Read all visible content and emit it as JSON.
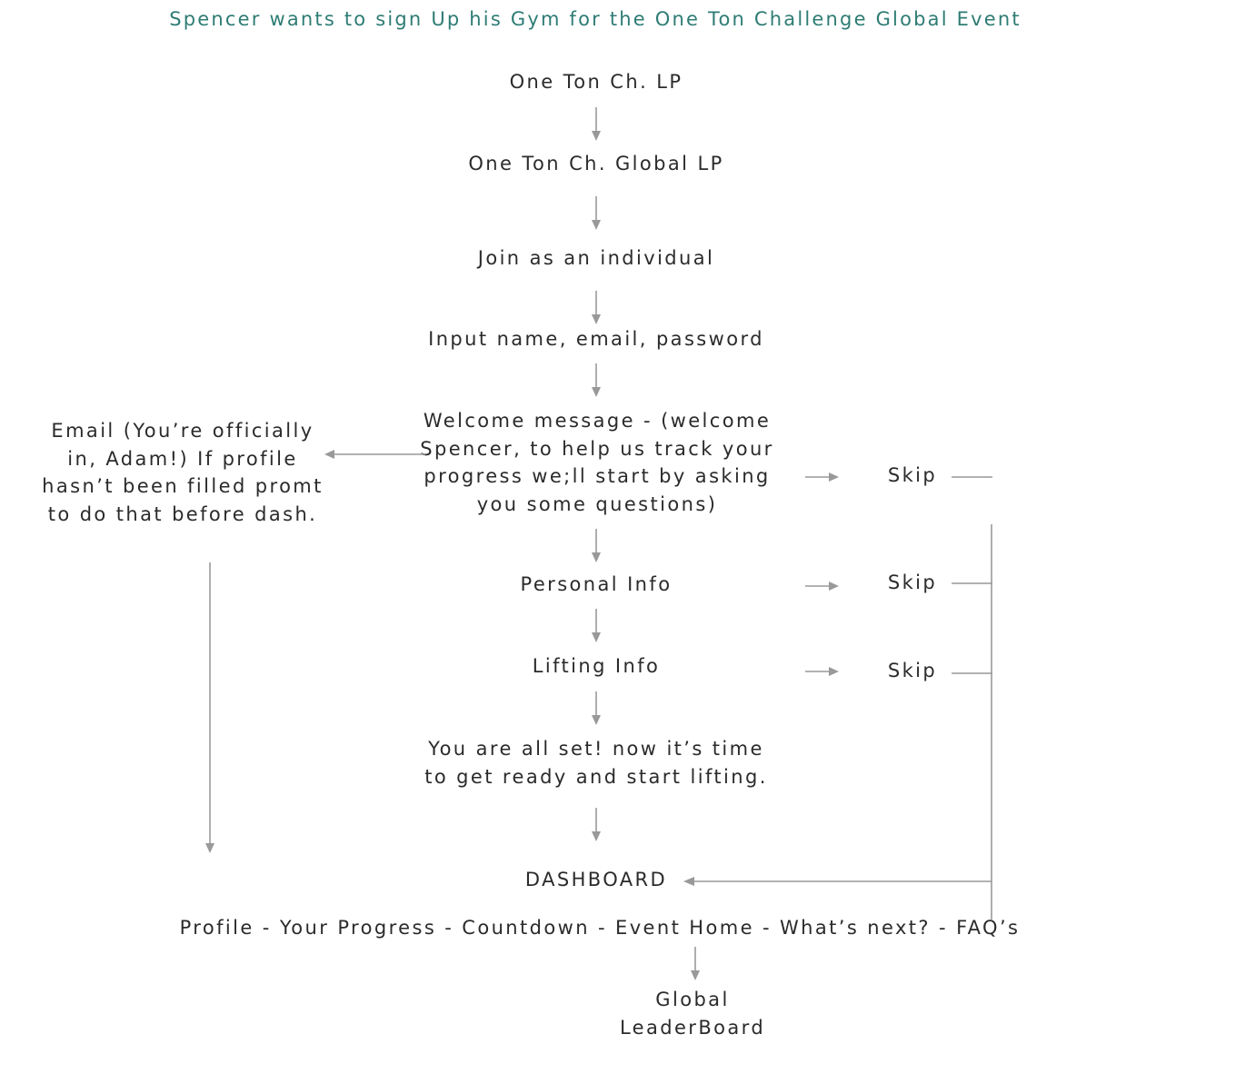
{
  "title": "Spencer wants to sign Up his Gym for the One Ton Challenge Global Event",
  "flow": [
    "One Ton Ch. LP",
    "One Ton Ch. Global LP",
    "Join as an individual",
    "Input name, email, password",
    "Welcome message - (welcome Spencer, to help us track your progress we;ll start by asking you some questions)",
    "Personal Info",
    "Lifting Info",
    "You are all set! now it’s time to get ready and start lifting.",
    "DASHBOARD",
    "Profile  - Your Progress -  Countdown - Event Home - What’s next? - FAQ’s",
    "Global LeaderBoard"
  ],
  "email_note": "Email (You’re officially in, Adam!) If profile hasn’t been filled promt to do that before dash.",
  "skip_label": "Skip"
}
